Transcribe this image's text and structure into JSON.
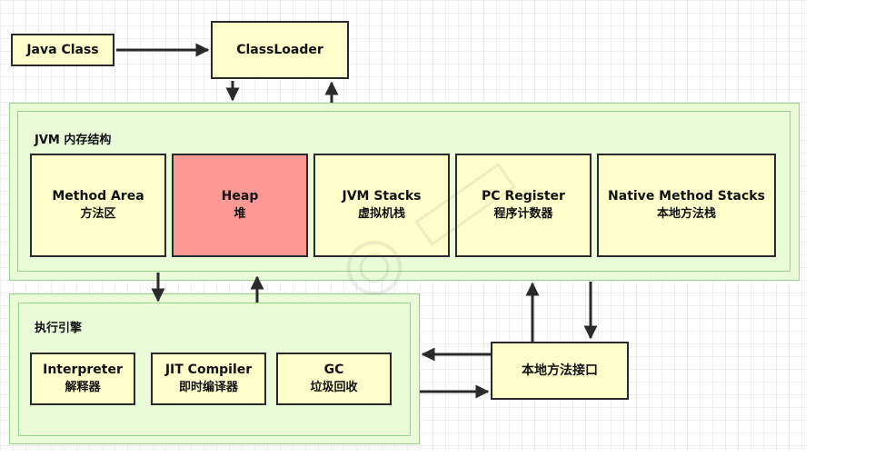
{
  "nodes": {
    "java_class": "Java Class",
    "classloader": "ClassLoader",
    "method_area": {
      "en": "Method Area",
      "zh": "方法区"
    },
    "heap": {
      "en": "Heap",
      "zh": "堆"
    },
    "jvm_stacks": {
      "en": "JVM Stacks",
      "zh": "虚拟机栈"
    },
    "pc_register": {
      "en": "PC Register",
      "zh": "程序计数器"
    },
    "native_method_stacks": {
      "en": "Native Method Stacks",
      "zh": "本地方法栈"
    },
    "interpreter": {
      "en": "Interpreter",
      "zh": "解释器"
    },
    "jit_compiler": {
      "en": "JIT Compiler",
      "zh": "即时编译器"
    },
    "gc": {
      "en": "GC",
      "zh": "垃圾回收"
    },
    "native_interface": "本地方法接口"
  },
  "groups": {
    "memory": "JVM 内存结构",
    "engine": "执行引擎"
  },
  "colors": {
    "node_fill": "#ffffcc",
    "heap_fill": "#fb9a94",
    "container_fill": "#eafbd8",
    "container_border": "#9bd18b",
    "arrow": "#2a2a2a"
  }
}
